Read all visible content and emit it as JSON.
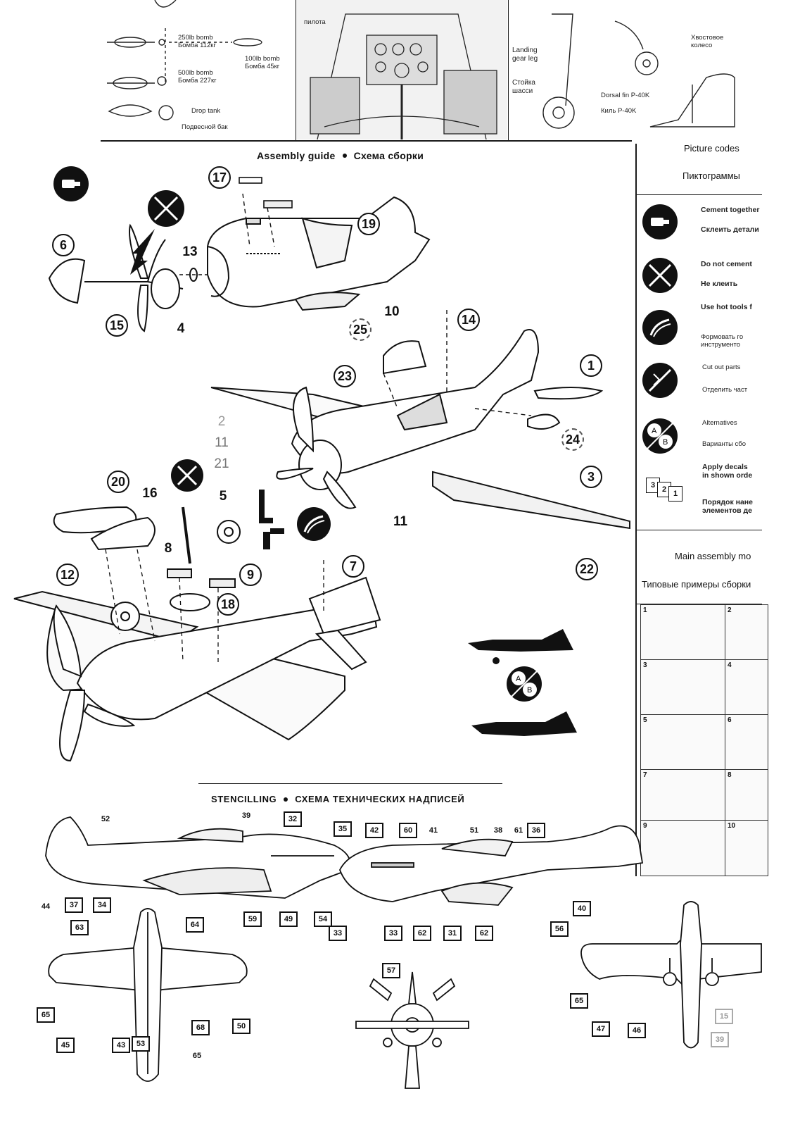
{
  "top_strip": {
    "bombs": {
      "bomb_250": "250lb bomb\nБомба 112кг",
      "bomb_100": "100lb bomb\nБомба 45кг",
      "bomb_500": "500lb bomb\nБомба 227кг",
      "drop_tank": "Drop tank",
      "drop_tank_ru": "Подвесной бак"
    },
    "cockpit_label": "пилота",
    "landing_gear": "Landing\ngear leg",
    "landing_gear_ru": "Стойка\nшасси",
    "tail_wheel": "Хвостовое\nколесо",
    "dorsal_fin": "Dorsal fin P-40K",
    "dorsal_fin_ru": "Киль P-40K"
  },
  "assembly": {
    "title_en": "Assembly guide",
    "title_ru": "Схема сборки",
    "callouts": [
      "17",
      "19",
      "6",
      "13",
      "15",
      "4",
      "10",
      "25",
      "14",
      "23",
      "1",
      "2",
      "11",
      "21",
      "24",
      "20",
      "16",
      "5",
      "3",
      "8",
      "11",
      "9",
      "7",
      "22",
      "12",
      "18"
    ]
  },
  "picture_codes": {
    "title": "Picture codes",
    "subtitle": "Пиктограммы",
    "items": [
      {
        "en": "Cement together",
        "ru": "Склеить детали"
      },
      {
        "en": "Do not cement",
        "ru": "Не клеить"
      },
      {
        "en": "Use hot tools f",
        "ru": "Формовать го\nинструменто"
      },
      {
        "en": "Cut out parts",
        "ru": "Отделить част"
      },
      {
        "en": "Alternatives",
        "ru": "Варианты сбо"
      },
      {
        "en": "Apply decals\nin shown orde",
        "ru": "Порядок нане\nэлементов де"
      }
    ],
    "decal_order": [
      "3",
      "2",
      "1"
    ],
    "alt_letters": [
      "A",
      "B"
    ]
  },
  "main_assembly": {
    "title": "Main assembly mo",
    "subtitle": "Типовые примеры сборки",
    "cells": [
      "1",
      "2",
      "3",
      "4",
      "5",
      "6",
      "7",
      "8",
      "9",
      "10"
    ]
  },
  "stencilling": {
    "title_en": "STENCILLING",
    "title_ru": "СХЕМА ТЕХНИЧЕСКИХ НАДПИСЕЙ",
    "side_left_codes": [
      "52",
      "39",
      "32",
      "44",
      "37",
      "34",
      "59",
      "49",
      "54"
    ],
    "side_right_codes": [
      "35",
      "42",
      "60",
      "41",
      "51",
      "38",
      "61",
      "36",
      "40",
      "33",
      "33",
      "62",
      "31",
      "62"
    ],
    "plan_codes": [
      "63",
      "64",
      "65",
      "45",
      "43",
      "53",
      "68",
      "50",
      "65"
    ],
    "front_codes": [
      "57"
    ],
    "under_codes": [
      "56",
      "65",
      "47",
      "46",
      "15",
      "39"
    ]
  }
}
